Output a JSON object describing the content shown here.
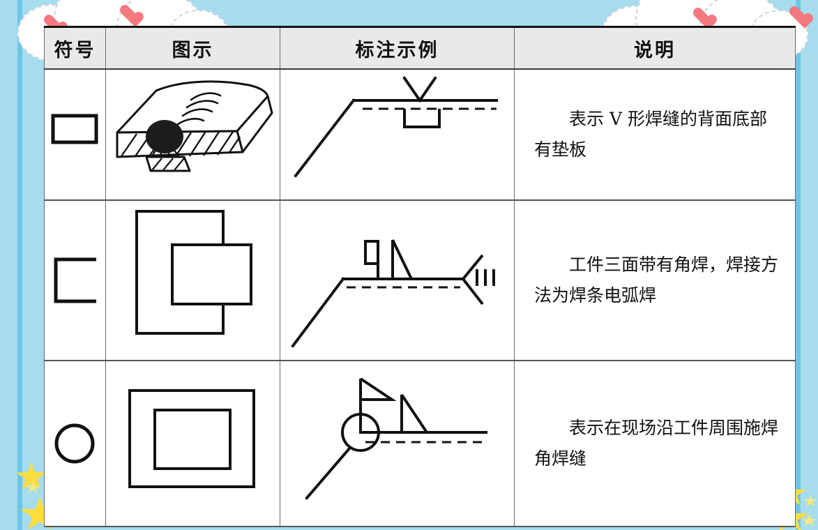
{
  "slide": {
    "background_color": "#a6dced",
    "accent_stripe_color": "#6ec6e6",
    "cloud_color": "#ffffff",
    "heart_color": "#f4787f",
    "star_color": "#ffdd3c",
    "line_color": "#111111"
  },
  "table": {
    "headers": [
      {
        "key": "symbol",
        "label": "符号"
      },
      {
        "key": "picture",
        "label": "图示"
      },
      {
        "key": "marking",
        "label": "标注示例"
      },
      {
        "key": "description",
        "label": "说明"
      }
    ],
    "rows": [
      {
        "symbol_name": "backing-strip-symbol",
        "symbol_glyph": "rectangle",
        "picture_name": "plate-with-weld-bead-and-backing-strip",
        "marking_name": "v-groove-weld-with-backing-callout",
        "marking_elements": [
          "arrow-line",
          "reference-line",
          "identification-dashed-line",
          "v-groove-symbol",
          "backing-rectangle-symbol"
        ],
        "description": "表示 V 形焊缝的背面底部有垫板"
      },
      {
        "symbol_name": "weld-three-sides-symbol",
        "symbol_glyph": "open-right-bracket",
        "picture_name": "two-overlapping-plates",
        "marking_name": "three-side-fillet-weld-callout",
        "marking_elements": [
          "arrow-line",
          "reference-line",
          "identification-dashed-line",
          "three-sides-symbol",
          "fillet-triangle-symbol",
          "tail-fork",
          "process-code"
        ],
        "process_code": "111",
        "description": "工件三面带有角焊，焊接方法为焊条电弧焊"
      },
      {
        "symbol_name": "weld-all-around-symbol",
        "symbol_glyph": "circle",
        "picture_name": "frame-plate-inside-plate",
        "marking_name": "field-weld-all-around-fillet-callout",
        "marking_elements": [
          "arrow-line",
          "reference-line",
          "identification-dashed-line",
          "weld-all-around-circle",
          "field-weld-flag",
          "fillet-triangle-symbol"
        ],
        "description": "表示在现场沿工件周围施焊角焊缝"
      }
    ]
  }
}
